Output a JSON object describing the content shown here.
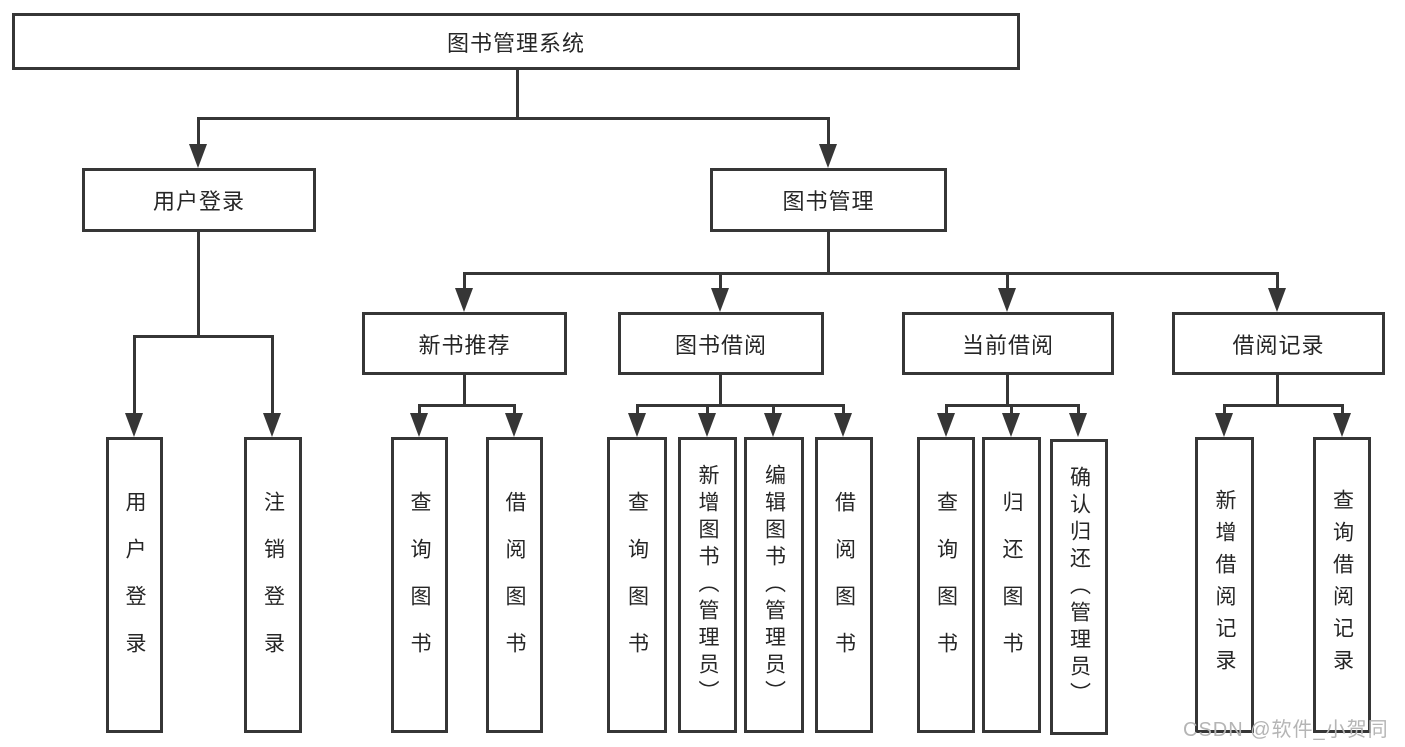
{
  "diagram": {
    "root": {
      "label": "图书管理系统"
    },
    "level2": {
      "user_login": {
        "label": "用户登录"
      },
      "book_management": {
        "label": "图书管理"
      }
    },
    "level3": {
      "new_book_recommend": {
        "label": "新书推荐"
      },
      "book_borrowing": {
        "label": "图书借阅"
      },
      "current_borrowing": {
        "label": "当前借阅"
      },
      "borrowing_records": {
        "label": "借阅记录"
      }
    },
    "leaves": {
      "user_login": [
        {
          "label": "用户登录"
        },
        {
          "label": "注销登录"
        }
      ],
      "new_book_recommend": [
        {
          "label": "查询图书"
        },
        {
          "label": "借阅图书"
        }
      ],
      "book_borrowing": [
        {
          "label": "查询图书"
        },
        {
          "label": "新增图书（管理员）"
        },
        {
          "label": "编辑图书（管理员）"
        },
        {
          "label": "借阅图书"
        }
      ],
      "current_borrowing": [
        {
          "label": "查询图书"
        },
        {
          "label": "归还图书"
        },
        {
          "label": "确认归还（管理员）"
        }
      ],
      "borrowing_records": [
        {
          "label": "新增借阅记录"
        },
        {
          "label": "查询借阅记录"
        }
      ]
    }
  },
  "watermark": {
    "text": "CSDN @软件_小贺同学"
  },
  "colors": {
    "line": "#363636",
    "text": "#262626",
    "watermark": "#b5b5b5",
    "background": "#ffffff"
  }
}
